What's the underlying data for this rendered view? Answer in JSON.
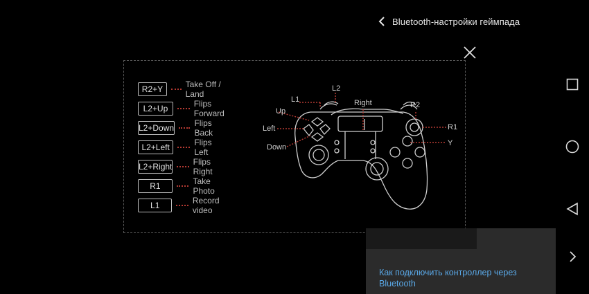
{
  "header": {
    "back_label": "back",
    "title": "Bluetooth-настройки геймпада"
  },
  "mapping": [
    {
      "key": "R2+Y",
      "action": "Take Off / Land"
    },
    {
      "key": "L2+Up",
      "action": "Flips Forward"
    },
    {
      "key": "L2+Down",
      "action": "Flips Back"
    },
    {
      "key": "L2+Left",
      "action": "Flips Left"
    },
    {
      "key": "L2+Right",
      "action": "Flips Right"
    },
    {
      "key": "R1",
      "action": "Take Photo"
    },
    {
      "key": "L1",
      "action": "Record video"
    }
  ],
  "gamepad_labels": {
    "l1": "L1",
    "l2": "L2",
    "up": "Up",
    "right": "Right",
    "left": "Left",
    "down": "Down",
    "r2": "R2",
    "r1": "R1",
    "y": "Y"
  },
  "popup": {
    "link": "Как подключить контроллер через Bluetooth"
  },
  "colors": {
    "accent_link": "#5aa9e8",
    "dotted_leader": "#b43a32",
    "background": "#000000"
  },
  "icons": {
    "back": "chevron-left-icon",
    "close": "close-icon",
    "nav_recent": "square-icon",
    "nav_home": "circle-icon",
    "nav_back": "triangle-left-icon",
    "nav_expand": "chevron-right-icon"
  }
}
